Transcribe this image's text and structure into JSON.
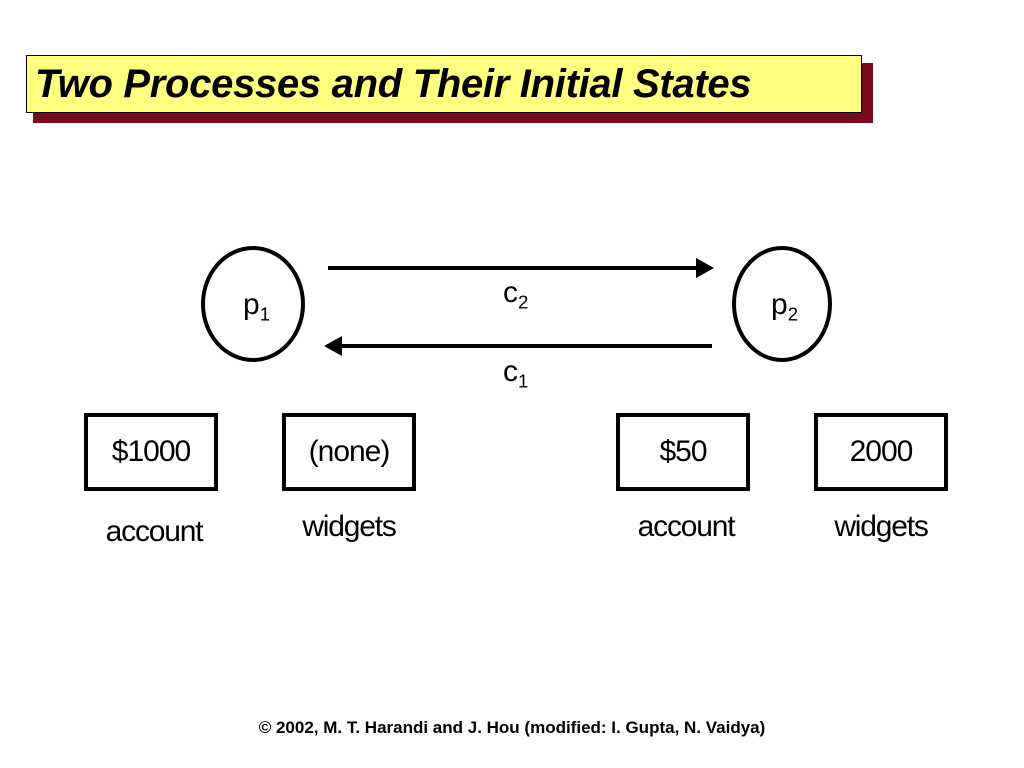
{
  "title": "Two Processes and Their Initial States",
  "processes": [
    {
      "base": "p",
      "sub": "1"
    },
    {
      "base": "p",
      "sub": "2"
    }
  ],
  "channels": [
    {
      "base": "c",
      "sub": "2"
    },
    {
      "base": "c",
      "sub": "1"
    }
  ],
  "state_boxes": [
    {
      "value": "$1000",
      "label": "account"
    },
    {
      "value": "(none)",
      "label": "widgets"
    },
    {
      "value": "$50",
      "label": "account"
    },
    {
      "value": "2000",
      "label": "widgets"
    }
  ],
  "footer": "© 2002, M. T. Harandi and J. Hou (modified: I. Gupta, N. Vaidya)",
  "colors": {
    "title_bg": "#ffff80",
    "title_shadow": "#7a0b1c"
  }
}
